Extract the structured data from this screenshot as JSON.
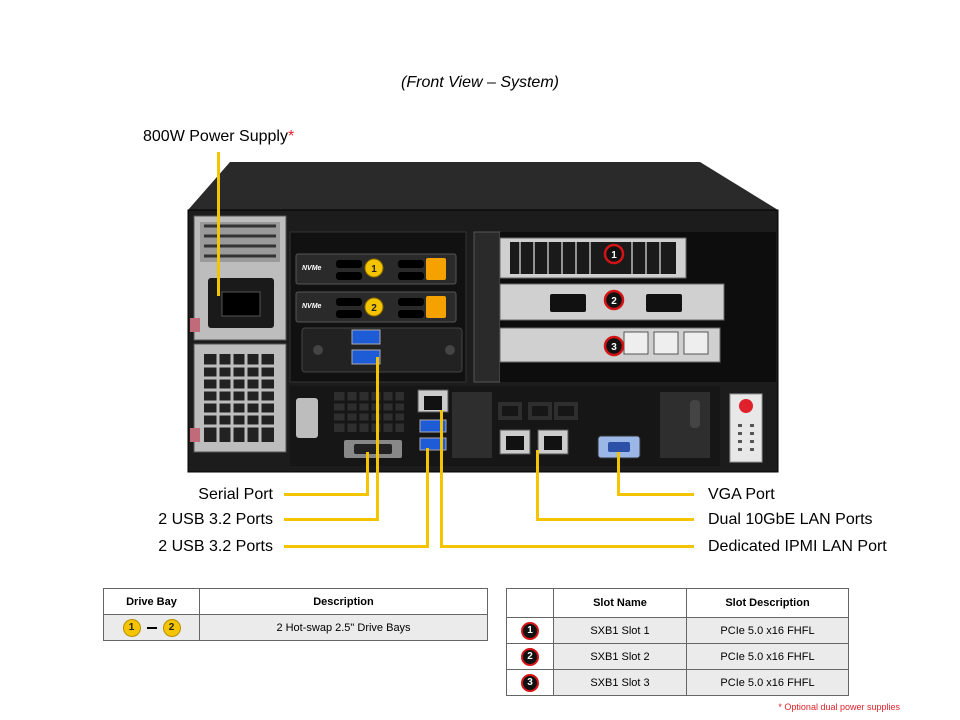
{
  "view_title": "(Front View – System)",
  "power_supply": {
    "label": "800W Power Supply",
    "asterisk": "*"
  },
  "callouts_left": [
    "Serial Port",
    "2 USB 3.2 Ports",
    "2 USB 3.2 Ports"
  ],
  "callouts_right": [
    "VGA Port",
    "Dual 10GbE LAN Ports",
    "Dedicated IPMI LAN Port"
  ],
  "server_markings": {
    "drive_label": "NVMe",
    "drive_badges": [
      "1",
      "2"
    ],
    "slot_badges": [
      "1",
      "2",
      "3"
    ]
  },
  "drive_table": {
    "headers": [
      "Drive Bay",
      "Description"
    ],
    "badges": [
      "1",
      "2"
    ],
    "description": "2 Hot-swap 2.5\" Drive Bays"
  },
  "slot_table": {
    "headers": [
      "Slot Name",
      "Slot Description"
    ],
    "rows": [
      {
        "badge": "1",
        "name": "SXB1 Slot 1",
        "desc": "PCIe 5.0 x16 FHFL"
      },
      {
        "badge": "2",
        "name": "SXB1 Slot 2",
        "desc": "PCIe 5.0 x16 FHFL"
      },
      {
        "badge": "3",
        "name": "SXB1 Slot 3",
        "desc": "PCIe 5.0 x16 FHFL"
      }
    ]
  },
  "footnote": "* Optional dual power supplies",
  "colors": {
    "leader": "#f5c400",
    "accent_red": "#e0202a",
    "chassis": "#1c1c1c",
    "table_fill": "#ebebeb"
  }
}
